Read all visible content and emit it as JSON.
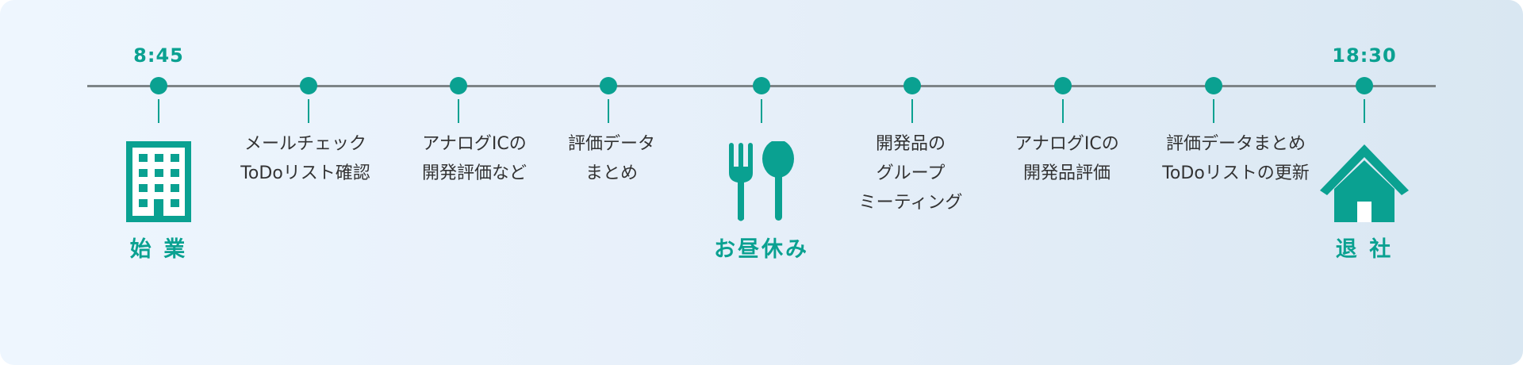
{
  "colors": {
    "accent": "#0aa191",
    "line": "#7d8487",
    "text": "#333333"
  },
  "start": {
    "time": "8:45",
    "label": "始 業",
    "icon": "office-building-icon"
  },
  "lunch": {
    "label": "お昼休み",
    "icon": "fork-spoon-icon"
  },
  "end": {
    "time": "18:30",
    "label": "退 社",
    "icon": "house-icon"
  },
  "tasks": [
    {
      "line1": "メールチェック",
      "line2": "ToDoリスト確認",
      "line3": ""
    },
    {
      "line1": "アナログICの",
      "line2": "開発評価など",
      "line3": ""
    },
    {
      "line1": "評価データ",
      "line2": "まとめ",
      "line3": ""
    },
    {
      "line1": "開発品の",
      "line2": "グループ",
      "line3": "ミーティング"
    },
    {
      "line1": "アナログICの",
      "line2": "開発品評価",
      "line3": ""
    },
    {
      "line1": "評価データまとめ",
      "line2": "ToDoリストの更新",
      "line3": ""
    }
  ]
}
